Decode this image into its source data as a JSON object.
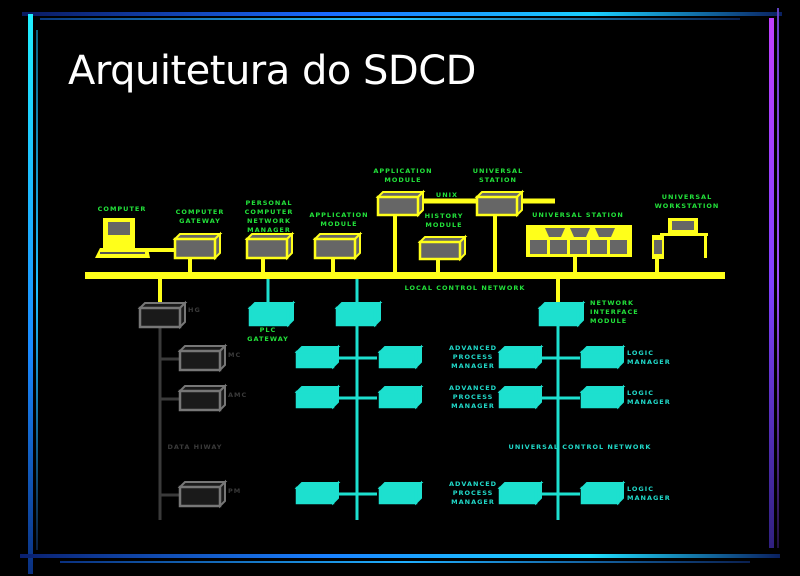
{
  "slide": {
    "title": "Arquitetura do SDCD"
  },
  "colors": {
    "lcn": "#ffff1a",
    "ucn": "#1de0cf",
    "hiway": "#3a3a3a",
    "label_green": "#22e03a",
    "label_cyan": "#20d8c8",
    "module_fill": "#666666"
  },
  "labels": {
    "computer": "COMPUTER",
    "computer_gateway": [
      "COMPUTER",
      "GATEWAY"
    ],
    "pcnm": [
      "PERSONAL",
      "COMPUTER",
      "NETWORK",
      "MANAGER"
    ],
    "application_module": [
      "APPLICATION",
      "MODULE"
    ],
    "application_module_unix": [
      "APPLICATION",
      "MODULE"
    ],
    "unix": "UNIX",
    "universal_station_unix": [
      "UNIVERSAL",
      "STATION"
    ],
    "history_module": [
      "HISTORY",
      "MODULE"
    ],
    "universal_station": "UNIVERSAL STATION",
    "universal_workstation": [
      "UNIVERSAL",
      "WORKSTATION"
    ],
    "lcn": "LOCAL CONTROL NETWORK",
    "hg": "HG",
    "plc_gateway": [
      "PLC",
      "GATEWAY"
    ],
    "nim": [
      "NETWORK",
      "INTERFACE",
      "MODULE"
    ],
    "mc": "MC",
    "amc": "AMC",
    "data_hiway": "DATA HIWAY",
    "pm": "PM",
    "apm": [
      "ADVANCED",
      "PROCESS",
      "MANAGER"
    ],
    "lm": [
      "LOGIC",
      "MANAGER"
    ],
    "ucn": "UNIVERSAL   CONTROL NETWORK"
  }
}
